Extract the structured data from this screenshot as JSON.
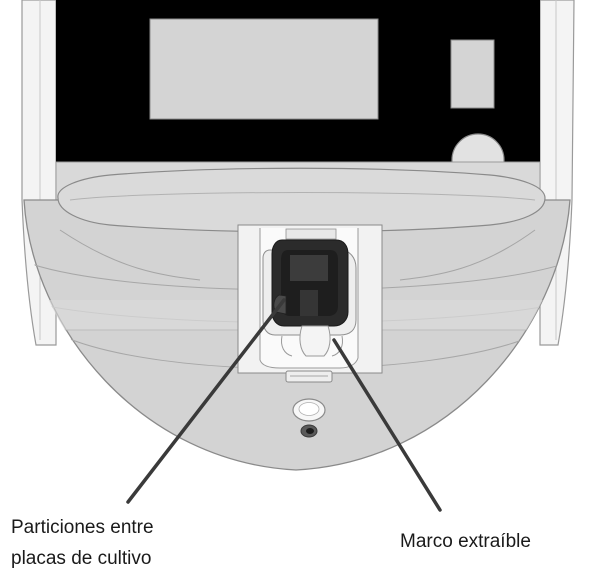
{
  "callouts": {
    "partitions": {
      "line1": "Particiones entre",
      "line2": "placas de cultivo"
    },
    "frame": {
      "label": "Marco extraíble"
    }
  },
  "colors": {
    "device_black": "#000000",
    "screen_gray": "#d4d4d4",
    "housing_gray": "#d6d6d6",
    "housing_light": "#e4e4e4",
    "outline": "#8a8a8a",
    "cartridge_dark": "#2b2b2b",
    "leader_line": "#3a3a3a"
  }
}
